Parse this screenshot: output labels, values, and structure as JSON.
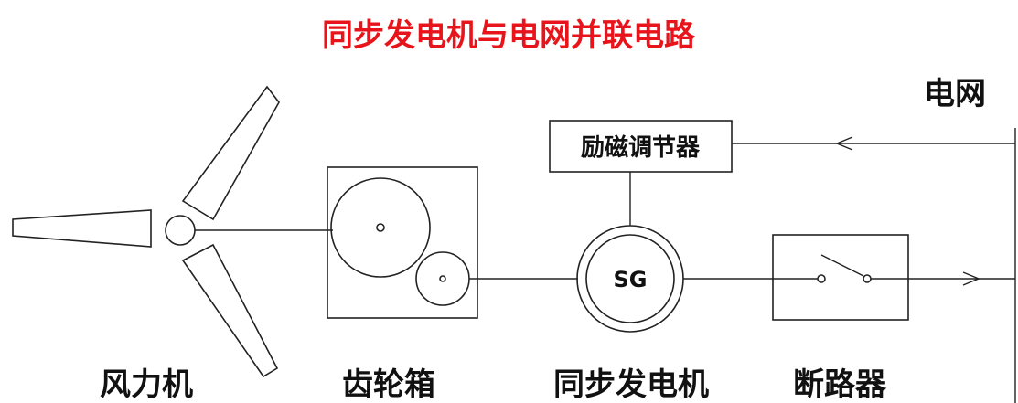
{
  "title": "同步发电机与电网并联电路",
  "grid_label": "电网",
  "components": {
    "wind_turbine": "风力机",
    "gearbox": "齿轮箱",
    "generator": "同步发电机",
    "breaker": "断路器",
    "exciter": "励磁调节器",
    "generator_symbol": "SG"
  },
  "colors": {
    "title": "#e8141b",
    "line": "#222222"
  }
}
